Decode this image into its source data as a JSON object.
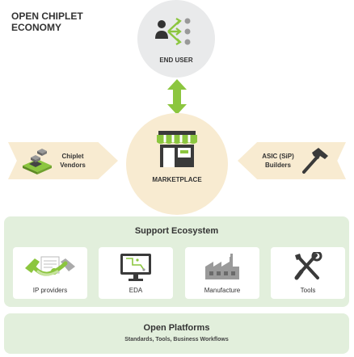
{
  "title_line1": "OPEN CHIPLET",
  "title_line2": "ECONOMY",
  "end_user": {
    "label": "END USER",
    "icon": "user-choice-icon"
  },
  "connector": {
    "icon": "bidirectional-arrow-icon"
  },
  "marketplace": {
    "label": "MARKETPLACE",
    "icon": "storefront-icon"
  },
  "chiplet_vendors": {
    "line1": "Chiplet",
    "line2": "Vendors",
    "icon": "chiplet-board-icon"
  },
  "asic_builders": {
    "line1": "ASIC (SiP)",
    "line2": "Builders",
    "icon": "hammer-icon"
  },
  "support_ecosystem": {
    "title": "Support Ecosystem",
    "items": [
      {
        "label": "IP providers",
        "icon": "handshake-icon"
      },
      {
        "label": "EDA",
        "icon": "monitor-routing-icon"
      },
      {
        "label": "Manufacture",
        "icon": "factory-icon"
      },
      {
        "label": "Tools",
        "icon": "wrench-screwdriver-icon"
      }
    ]
  },
  "open_platforms": {
    "title": "Open Platforms",
    "subtitle": "Standards, Tools, Business Workflows"
  },
  "colors": {
    "accent_green": "#8cc63f",
    "cream": "#f8ebd1",
    "light_green": "#e2efdc",
    "gray_circle": "#e9eaeb"
  }
}
